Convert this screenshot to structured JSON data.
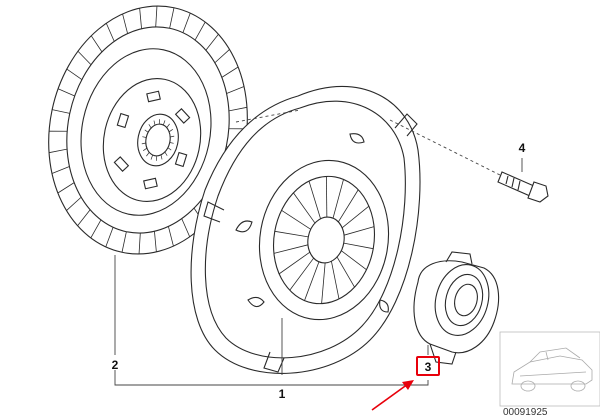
{
  "callouts": {
    "part_1": "1",
    "part_2": "2",
    "part_3": "3",
    "part_4": "4"
  },
  "highlight": {
    "part": "3",
    "box_color": "#e8000b",
    "arrow_color": "#e8000b"
  },
  "thumbnail": {
    "doc_number": "00091925"
  },
  "colors": {
    "line": "#2a2a2a",
    "background": "#ffffff"
  }
}
